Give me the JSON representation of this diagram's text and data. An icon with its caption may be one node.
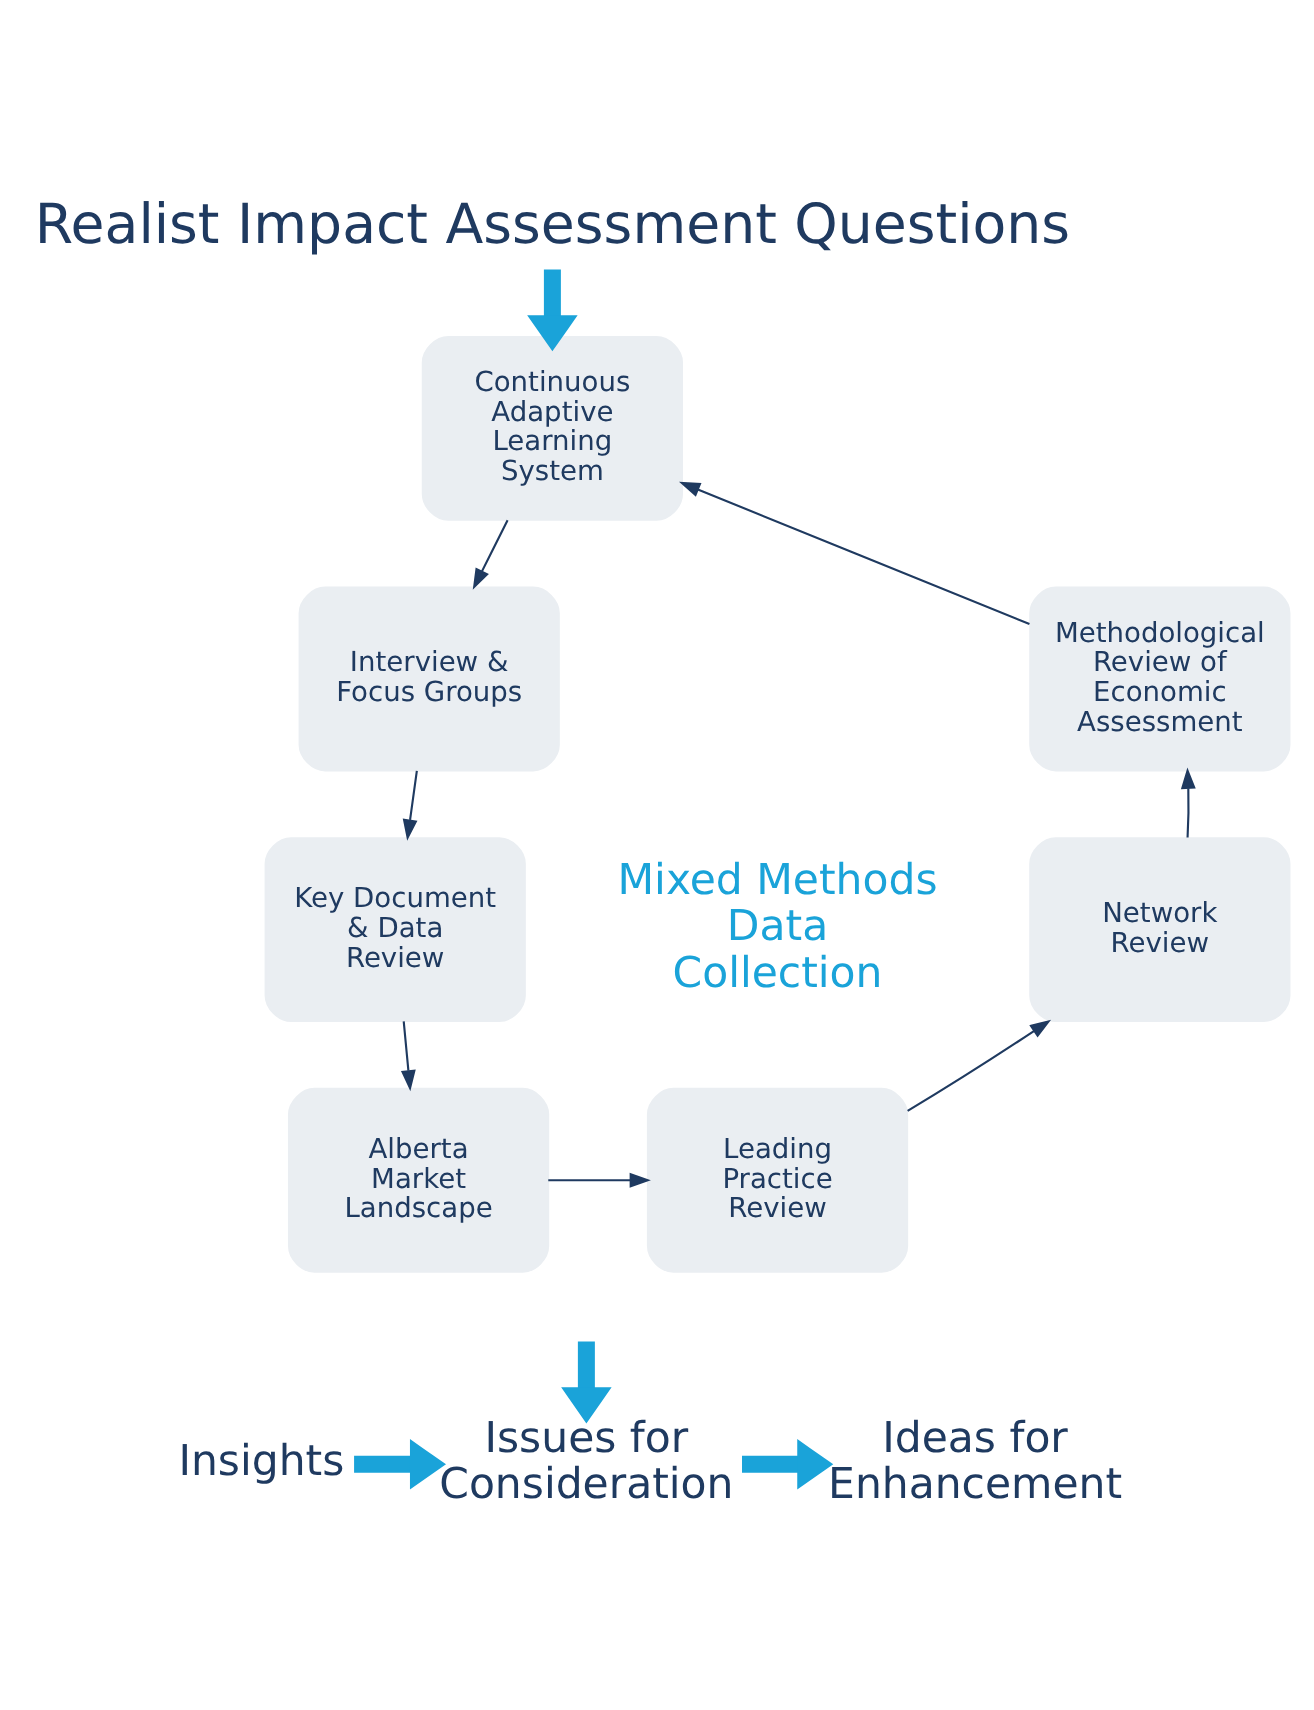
{
  "diagram": {
    "nodes": [
      {
        "text": [
          "Realist Impact Assessment Questions"
        ]
      },
      {
        "text": [
          "Continuous Adaptive Learning System"
        ]
      },
      {
        "text": [
          "Interview & Focus Groups"
        ]
      },
      {
        "text": [
          "Key Document & Data Review"
        ]
      },
      {
        "text": [
          "Alberta Market Landscape"
        ]
      },
      {
        "text": [
          "Leading Practice Review"
        ]
      },
      {
        "text": [
          "Network Review"
        ]
      },
      {
        "text": [
          "Methodological Review of Economic Assessment"
        ]
      },
      {
        "text": [
          "Insights"
        ]
      },
      {
        "text": [
          "Issues for Consideration"
        ]
      },
      {
        "text": [
          "Ideas for Enhancement"
        ]
      }
    ],
    "edges": [
      {
        "from": 0,
        "to": 1,
        "arrow": "to",
        "style": "thick",
        "color": "#1aa3d9"
      },
      {
        "from": 1,
        "to": 2,
        "arrow": "to"
      },
      {
        "from": 2,
        "to": 3,
        "arrow": "to"
      },
      {
        "from": 3,
        "to": 4,
        "arrow": "to"
      },
      {
        "from": 4,
        "to": 5,
        "arrow": "to"
      },
      {
        "from": 5,
        "to": 6,
        "arrow": "to"
      },
      {
        "from": 6,
        "to": 7,
        "arrow": "to"
      },
      {
        "from": 7,
        "to": 1,
        "arrow": "to"
      },
      {
        "from": null,
        "to": 9,
        "arrow": "to",
        "style": "thick",
        "color": "#1aa3d9"
      },
      {
        "from": 8,
        "to": 9,
        "arrow": "to",
        "style": "thick",
        "color": "#1aa3d9"
      },
      {
        "from": 9,
        "to": 10,
        "arrow": "to",
        "style": "thick",
        "color": "#1aa3d9"
      }
    ],
    "labels": [
      "Mixed Methods Data Collection"
    ]
  }
}
